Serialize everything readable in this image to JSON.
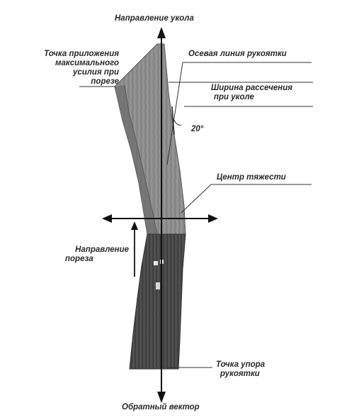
{
  "labels": {
    "thrust_direction": "Направление укола",
    "max_force_point": [
      "Точка приложения",
      "максимального",
      "усилия при",
      "порезе"
    ],
    "handle_axis": "Осевая линия рукоятки",
    "cut_width": [
      "Ширина рассечения",
      "при уколе"
    ],
    "angle": "20°",
    "center_of_gravity": "Центр тяжести",
    "cut_direction": [
      "Направление",
      "пореза"
    ],
    "handle_stop_point": [
      "Точка упора",
      "рукоятки"
    ],
    "reverse_vector": "Обратный вектор"
  }
}
